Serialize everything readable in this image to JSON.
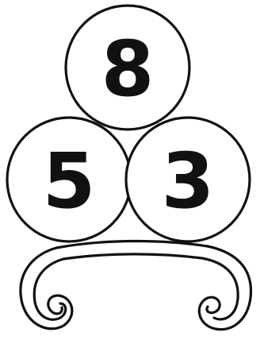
{
  "bonds": {
    "top": "8",
    "left": "5",
    "right": "3"
  },
  "colors": {
    "stroke": "#111111",
    "background": "#ffffff"
  }
}
